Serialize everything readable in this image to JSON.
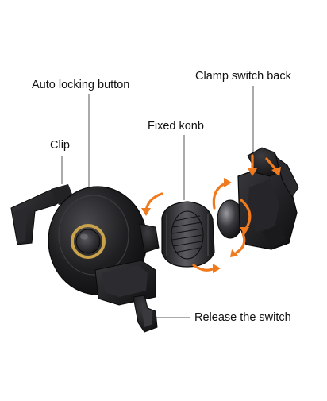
{
  "labels": {
    "auto_locking_button": "Auto locking button",
    "clamp_switch_back": "Clamp switch back",
    "fixed_knob": "Fixed konb",
    "clip": "Clip",
    "release_switch": "Release the switch"
  },
  "colors": {
    "background": "#ffffff",
    "leader_line": "#555555",
    "arrow": "#f07a1e",
    "body": "#1c1c1e",
    "gold_ring": "#c9a24a"
  },
  "icons": [
    "rotate-arrow-icon",
    "press-arrow-icon"
  ]
}
